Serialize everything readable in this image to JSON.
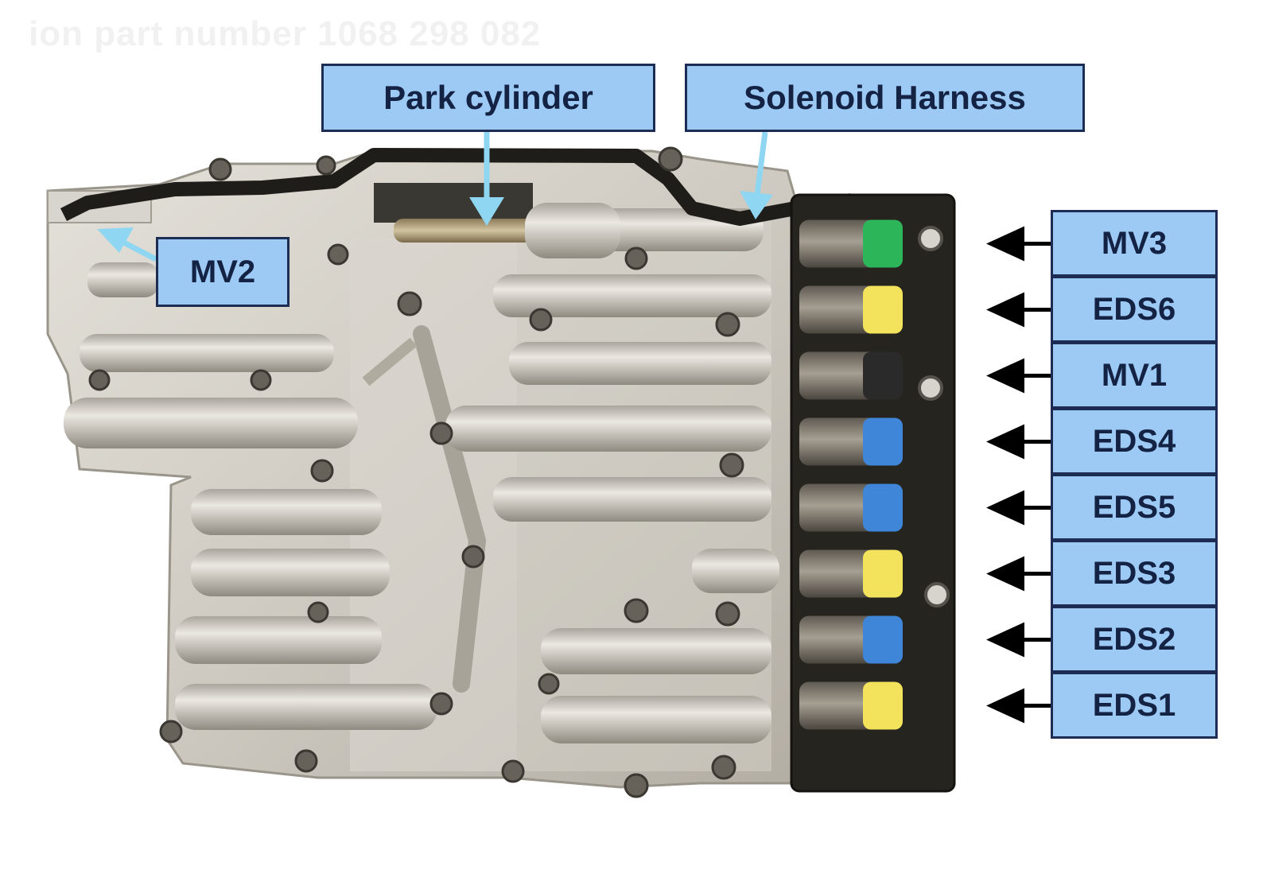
{
  "header": {
    "faded_text": "ion part number 1068 298 082"
  },
  "labels": {
    "park_cylinder": "Park cylinder",
    "solenoid_harness": "Solenoid Harness",
    "mv2": "MV2"
  },
  "solenoids": [
    {
      "label": "MV3",
      "cap_color": "#2db55a"
    },
    {
      "label": "EDS6",
      "cap_color": "#f3e35c"
    },
    {
      "label": "MV1",
      "cap_color": "#2a2a2a"
    },
    {
      "label": "EDS4",
      "cap_color": "#3f86d9"
    },
    {
      "label": "EDS5",
      "cap_color": "#3f86d9"
    },
    {
      "label": "EDS3",
      "cap_color": "#f3e35c"
    },
    {
      "label": "EDS2",
      "cap_color": "#3f86d9"
    },
    {
      "label": "EDS1",
      "cap_color": "#f3e35c"
    }
  ],
  "colors": {
    "label_fill": "#9ccaf5",
    "label_border": "#1d2c52",
    "pointer_arrow": "#8fd6f2",
    "black_arrow": "#000000"
  }
}
